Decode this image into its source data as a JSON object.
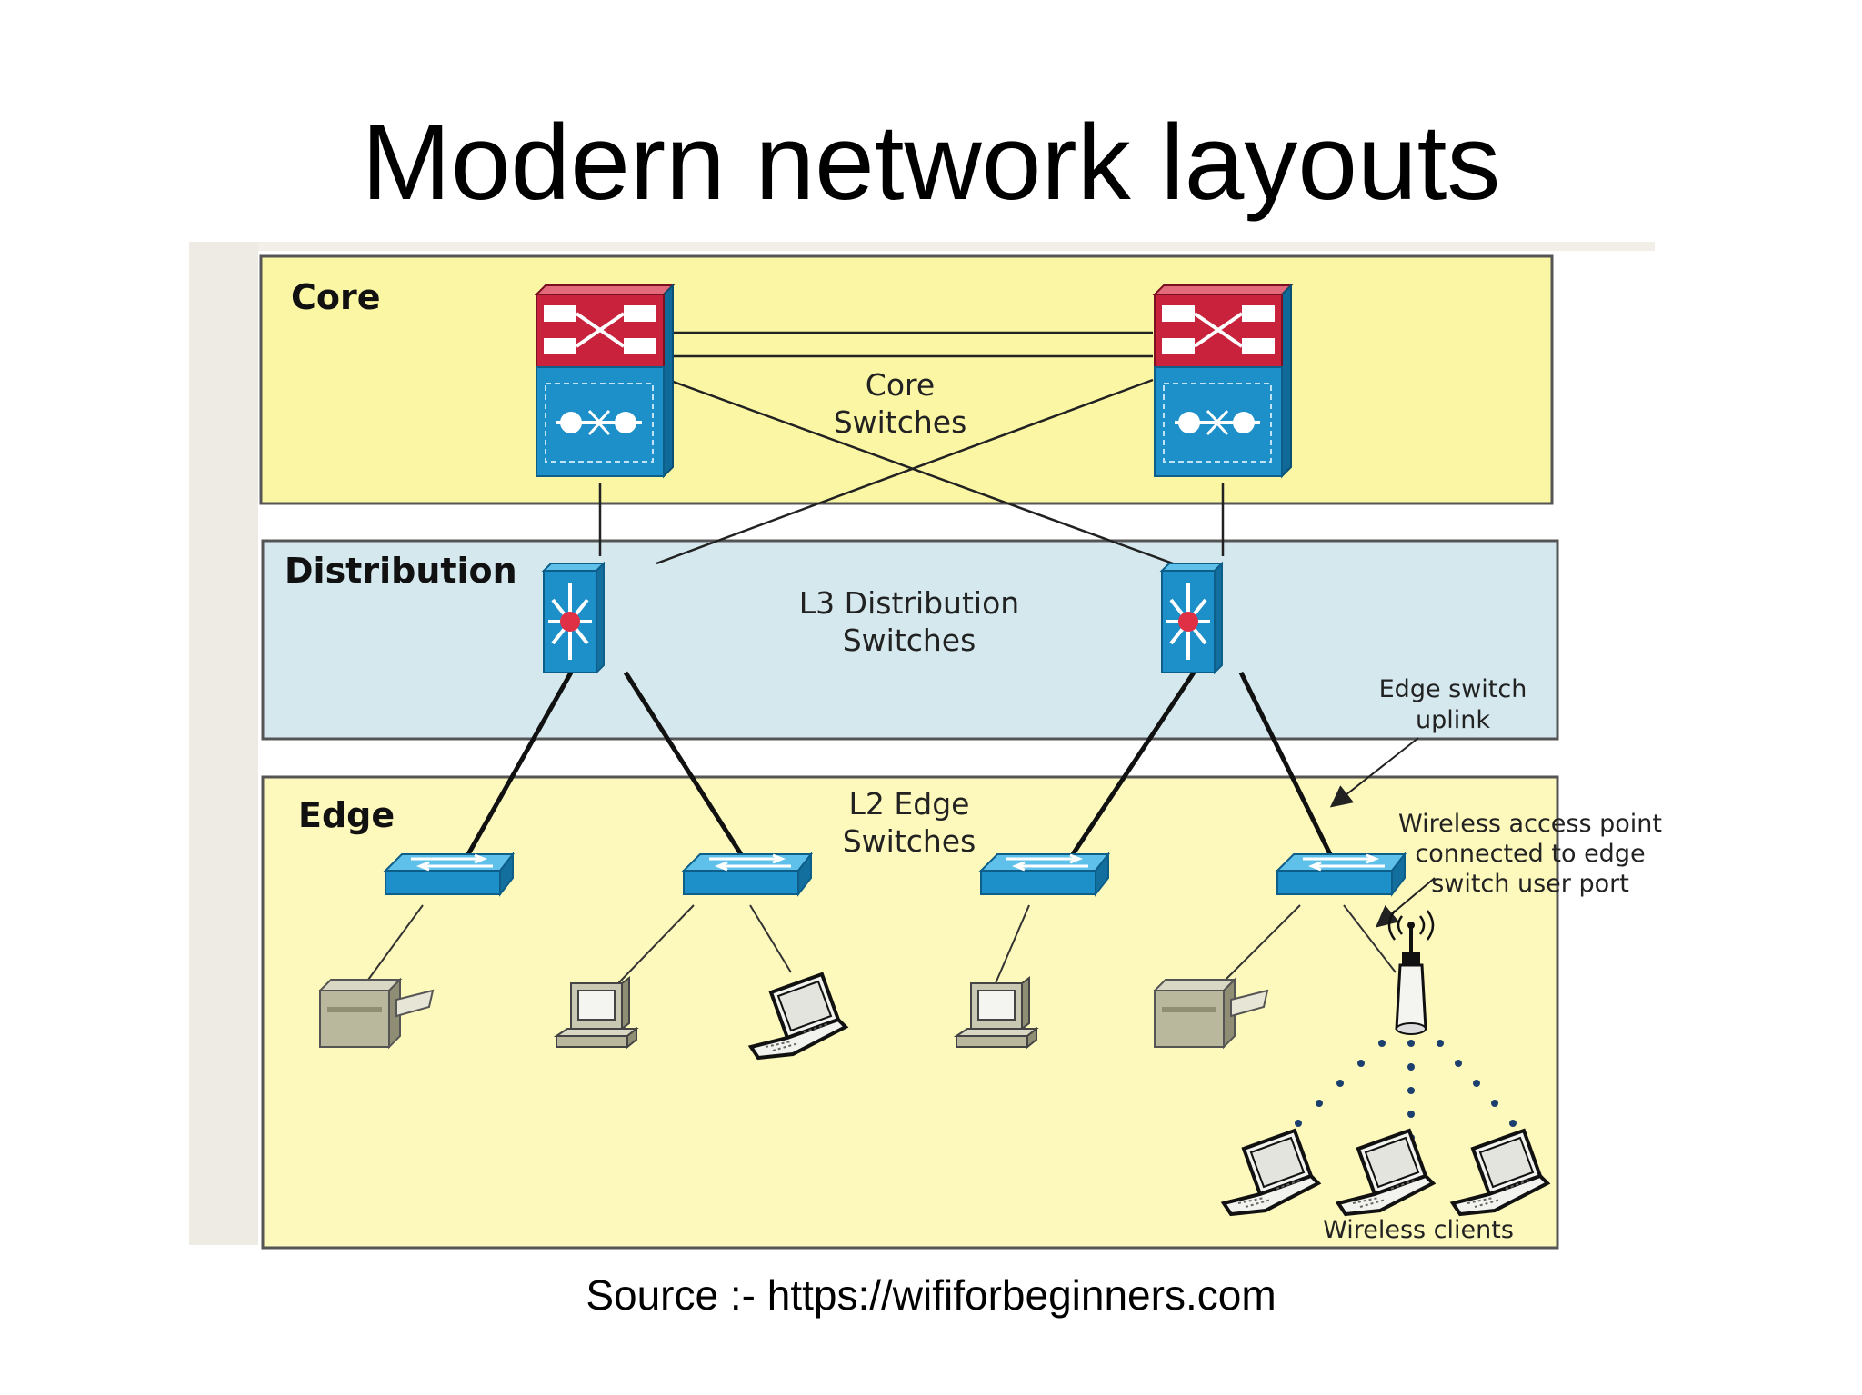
{
  "title": "Modern network layouts",
  "source": "Source :- https://wififorbeginners.com",
  "layers": {
    "core": "Core",
    "distribution": "Distribution",
    "edge": "Edge"
  },
  "annotations": {
    "core_switches": [
      "Core",
      "Switches"
    ],
    "distribution_switches": [
      "L3 Distribution",
      "Switches"
    ],
    "edge_switches": [
      "L2 Edge",
      "Switches"
    ],
    "edge_uplink": [
      "Edge switch",
      "uplink"
    ],
    "wireless_ap": [
      "Wireless access point",
      "connected to edge",
      "switch user port"
    ],
    "wireless_clients": "Wireless clients"
  },
  "colors": {
    "core_bg": "#fbf6a4",
    "distribution_bg": "#d4e8ee",
    "edge_bg": "#fdf8bb",
    "switch_blue": "#1d8fc9",
    "switch_red": "#c8223c",
    "frame_bg": "#eeebe4"
  }
}
